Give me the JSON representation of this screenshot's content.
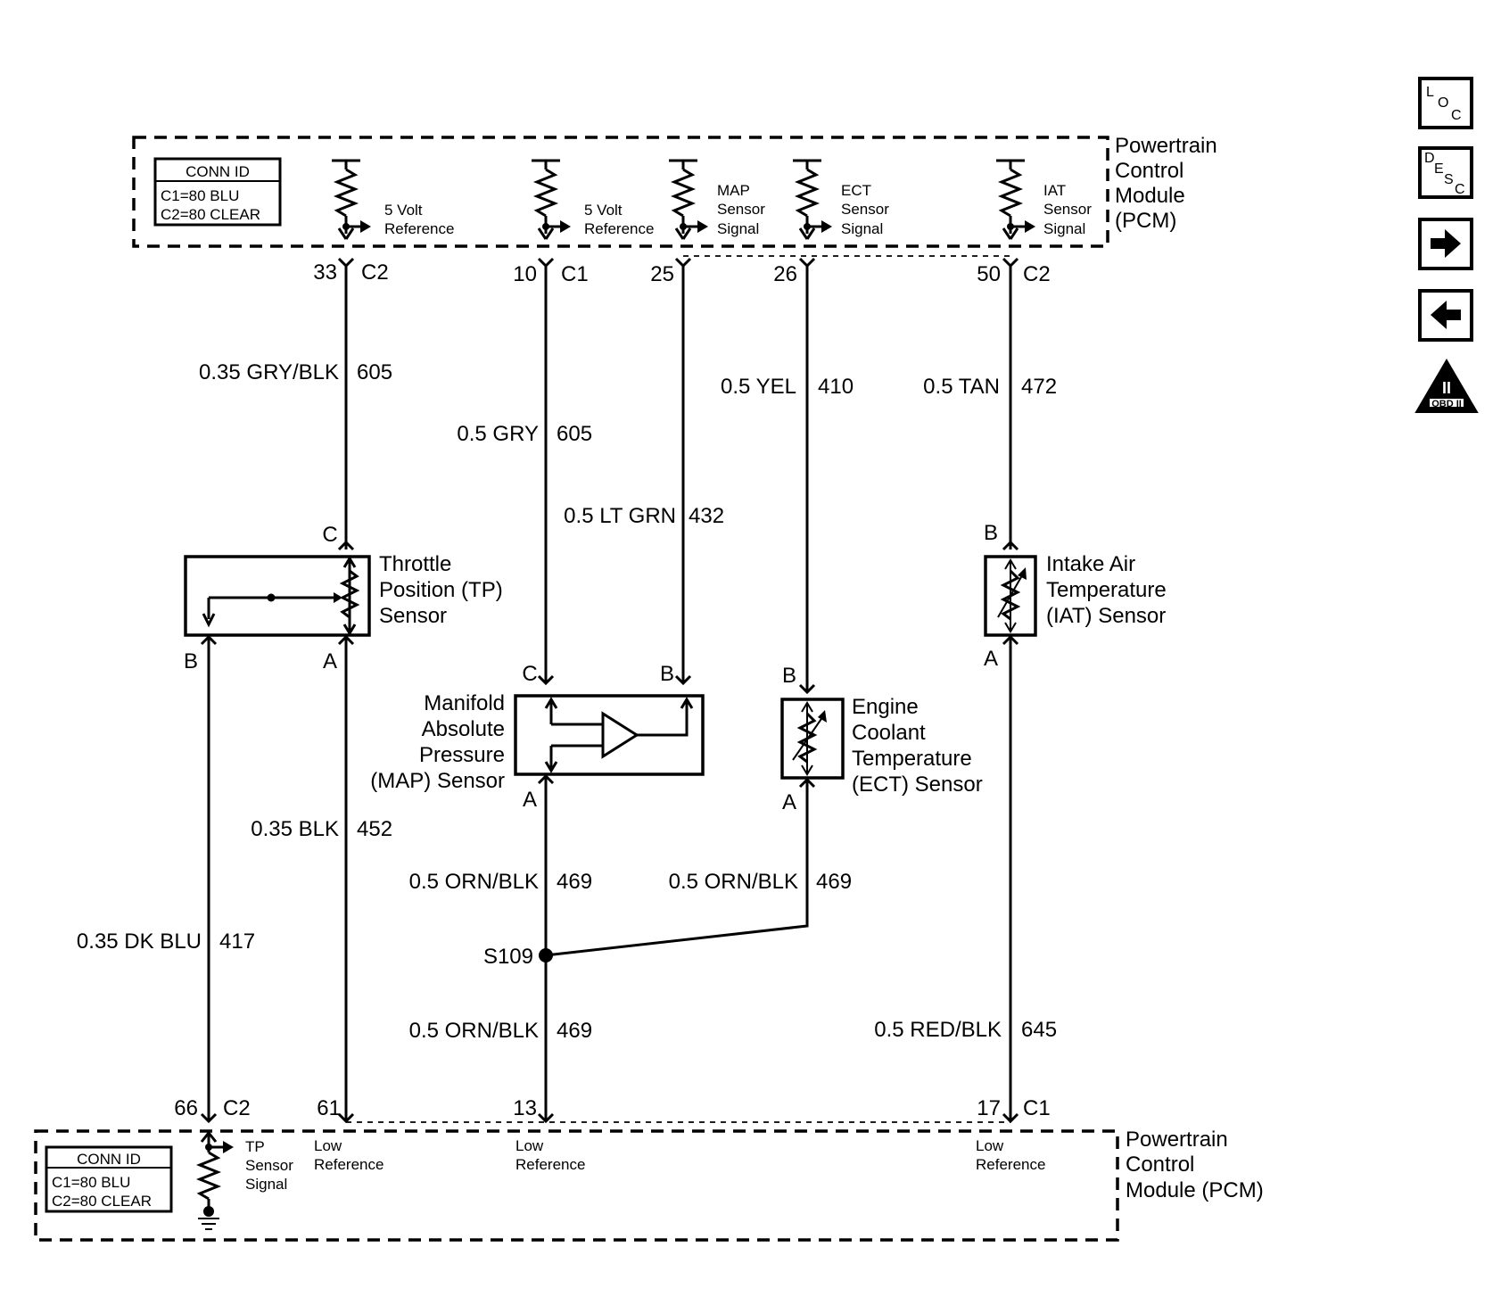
{
  "pcm_top": {
    "title_lines": [
      "Powertrain",
      "Control",
      "Module",
      "(PCM)"
    ],
    "conn_id": {
      "header": "CONN ID",
      "lines": [
        "C1=80 BLU",
        "C2=80 CLEAR"
      ]
    },
    "circuits": [
      {
        "lines": [
          "5 Volt",
          "Reference"
        ]
      },
      {
        "lines": [
          "5 Volt",
          "Reference"
        ]
      },
      {
        "lines": [
          "MAP",
          "Sensor",
          "Signal"
        ]
      },
      {
        "lines": [
          "ECT",
          "Sensor",
          "Signal"
        ]
      },
      {
        "lines": [
          "IAT",
          "Sensor",
          "Signal"
        ]
      }
    ],
    "pins": [
      {
        "pin": "33",
        "conn": "C2"
      },
      {
        "pin": "10",
        "conn": "C1"
      },
      {
        "pin": "25"
      },
      {
        "pin": "26"
      },
      {
        "pin": "50",
        "conn": "C2"
      }
    ]
  },
  "wires": [
    {
      "size_color": "0.35 GRY/BLK",
      "circuit": "605"
    },
    {
      "size_color": "0.5 GRY",
      "circuit": "605"
    },
    {
      "size_color": "0.5 LT GRN",
      "circuit": "432"
    },
    {
      "size_color": "0.5 YEL",
      "circuit": "410"
    },
    {
      "size_color": "0.5 TAN",
      "circuit": "472"
    },
    {
      "size_color": "0.35 BLK",
      "circuit": "452"
    },
    {
      "size_color": "0.35 DK BLU",
      "circuit": "417"
    },
    {
      "size_color": "0.5 ORN/BLK",
      "circuit": "469"
    },
    {
      "size_color": "0.5 ORN/BLK",
      "circuit": "469"
    },
    {
      "size_color": "0.5 ORN/BLK",
      "circuit": "469"
    },
    {
      "size_color": "0.5 RED/BLK",
      "circuit": "645"
    }
  ],
  "components": {
    "tp": {
      "lines": [
        "Throttle",
        "Position (TP)",
        "Sensor"
      ],
      "terminals": [
        "C",
        "B",
        "A"
      ]
    },
    "map": {
      "lines": [
        "Manifold",
        "Absolute",
        "Pressure",
        "(MAP) Sensor"
      ],
      "terminals": [
        "C",
        "B",
        "A"
      ]
    },
    "ect": {
      "lines": [
        "Engine",
        "Coolant",
        "Temperature",
        "(ECT) Sensor"
      ],
      "terminals": [
        "B",
        "A"
      ]
    },
    "iat": {
      "lines": [
        "Intake Air",
        "Temperature",
        "(IAT) Sensor"
      ],
      "terminals": [
        "B",
        "A"
      ]
    }
  },
  "splice": "S109",
  "pcm_bottom": {
    "title_lines": [
      "Powertrain",
      "Control",
      "Module (PCM)"
    ],
    "conn_id": {
      "header": "CONN ID",
      "lines": [
        "C1=80 BLU",
        "C2=80 CLEAR"
      ]
    },
    "circuits": [
      {
        "lines": [
          "TP",
          "Sensor",
          "Signal"
        ]
      },
      {
        "lines": [
          "Low",
          "Reference"
        ]
      },
      {
        "lines": [
          "Low",
          "Reference"
        ]
      },
      {
        "lines": [
          "Low",
          "Reference"
        ]
      }
    ],
    "pins": [
      {
        "pin": "66",
        "conn": "C2"
      },
      {
        "pin": "61"
      },
      {
        "pin": "13"
      },
      {
        "pin": "17",
        "conn": "C1"
      }
    ]
  },
  "nav": {
    "loc": [
      "L",
      "O",
      "C"
    ],
    "desc": [
      "D",
      "E",
      "S",
      "C"
    ],
    "obd": {
      "numeral": "II",
      "label": "OBD II"
    },
    "icons": [
      "loc-icon",
      "desc-icon",
      "arrow-right-icon",
      "arrow-left-icon",
      "obd-ii-icon"
    ]
  }
}
